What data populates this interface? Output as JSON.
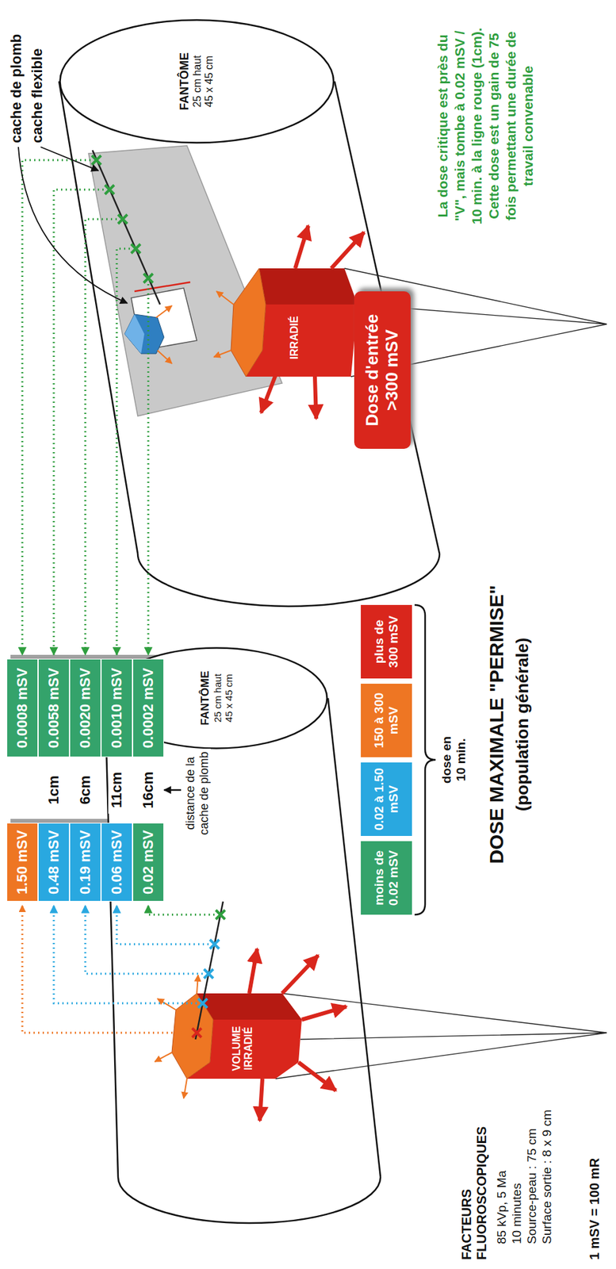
{
  "diagram": {
    "title": "DOSE MAXIMALE \"PERMISE\"",
    "nodes": [
      {
        "text": [
          "FANTÔME",
          "25 cm haut",
          "45 x 45 cm"
        ]
      },
      {
        "text": [
          "1.50 mSV"
        ]
      },
      {
        "text": [
          "0.48 mSV"
        ]
      },
      {
        "text": [
          "0.19 mSV"
        ]
      },
      {
        "text": [
          "0.06 mSV"
        ]
      },
      {
        "text": [
          "0.02 mSV"
        ]
      },
      {
        "text": [
          "0.0008 mSV"
        ]
      },
      {
        "text": [
          "0.0058 mSV"
        ]
      },
      {
        "text": [
          "0.0020 mSV"
        ]
      },
      {
        "text": [
          "0.0010 mSV"
        ]
      },
      {
        "text": [
          "0.0002 mSV"
        ]
      },
      {
        "text": [
          "FANTÔME",
          "25 cm haut",
          "45 x 45 cm"
        ]
      },
      {
        "text": [
          "Dose d'entrée",
          ">300 mSV"
        ]
      }
    ],
    "labels": [
      "VOLUME IRRADIÉ",
      "IRRADIÉ",
      "1cm",
      "6cm",
      "11cm",
      "16cm",
      "distance de la cache de plomb",
      "cache de plomb",
      "cache flexible",
      "dose en 10 min.",
      "(population générale)",
      "FACTEURS FLUOROSCOPIQUES",
      "85 kVp, 5 Ma",
      "10 minutes",
      "Source-peau : 75 cm",
      "Surface sortie : 8 x 9 cm",
      "1 mSV = 100 mR",
      "La dose critique est près du \"V\", mais tombe à 0.02 mSV / 10 min. à la ligne rouge (1cm). Cette dose est un gain de 75 fois permettant une durée de travail convenable"
    ],
    "legend": [
      {
        "text": "moins de 0.02 mSV",
        "color": "#34a36b"
      },
      {
        "text": "0.02 à 1.50 mSV",
        "color": "#29a8e0"
      },
      {
        "text": "150 à 300 mSV",
        "color": "#ee7623"
      },
      {
        "text": "plus de 300 mSV",
        "color": "#d9261c"
      }
    ]
  }
}
